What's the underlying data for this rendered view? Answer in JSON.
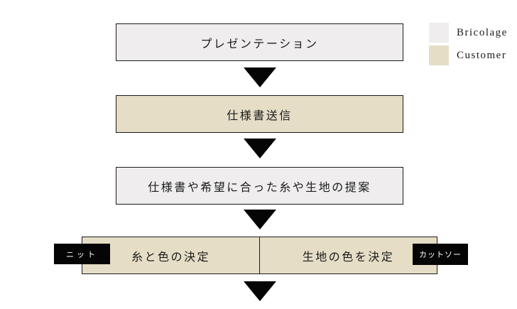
{
  "legend": {
    "items": [
      {
        "label": "Bricolage",
        "swatch_color": "#efedee"
      },
      {
        "label": "Customer",
        "swatch_color": "#e5ddc6"
      }
    ]
  },
  "flow": {
    "steps": [
      {
        "label": "プレゼンテーション",
        "owner": "Bricolage",
        "fill": "#efedee"
      },
      {
        "label": "仕様書送信",
        "owner": "Customer",
        "fill": "#e5ddc6"
      },
      {
        "label": "仕様書や希望に合った糸や生地の提案",
        "owner": "Bricolage",
        "fill": "#efedee"
      }
    ],
    "final_step": {
      "owner": "Customer",
      "fill": "#e5ddc6",
      "left": {
        "tag": "ニット",
        "label": "糸と色の決定"
      },
      "right": {
        "tag": "カットソー",
        "label": "生地の色を決定"
      }
    }
  },
  "colors": {
    "background": "#ffffff",
    "bricolage_fill": "#efedee",
    "customer_fill": "#e5ddc6",
    "border": "#1b1b1b",
    "arrow": "#050505",
    "tag_background": "#050505",
    "tag_text": "#ffffff",
    "text": "#1b1b1b"
  }
}
